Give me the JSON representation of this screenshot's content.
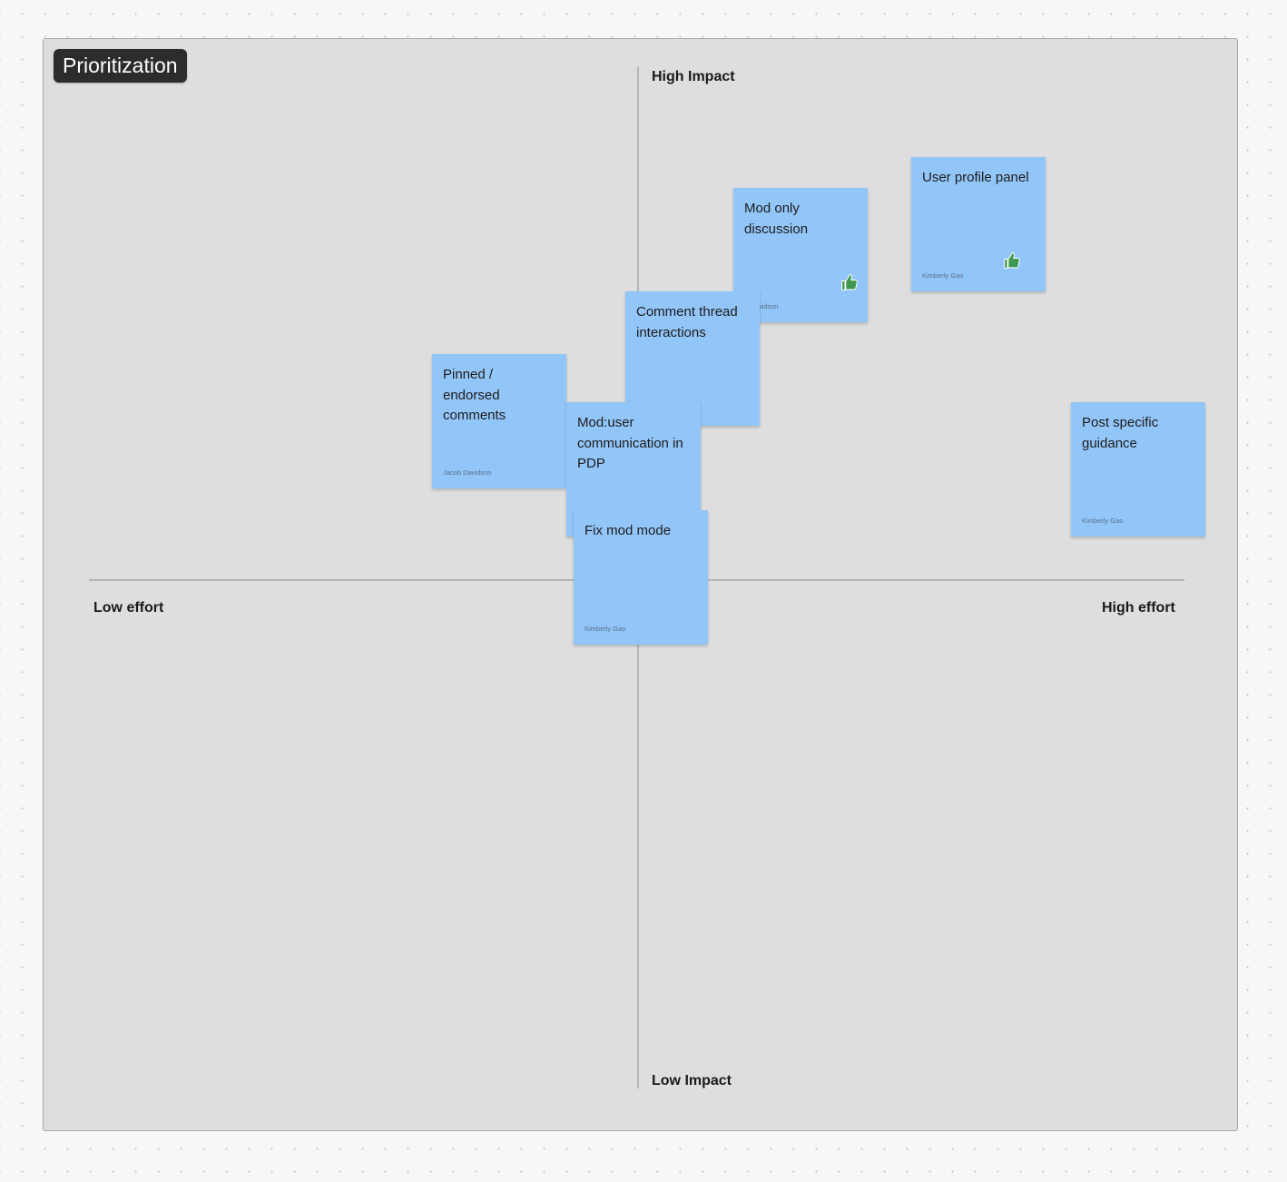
{
  "board": {
    "title": "Prioritization",
    "axes": {
      "top": "High Impact",
      "bottom": "Low Impact",
      "left": "Low effort",
      "right": "High effort"
    }
  },
  "stickies": [
    {
      "text": "Mod only discussion",
      "author": "Jacob Davidson",
      "author_visible": "b Davidson",
      "vote": "thumbs-up"
    },
    {
      "text": "User profile panel",
      "author": "Kimberly Gao",
      "vote": "thumbs-up"
    },
    {
      "text": "Comment thread interactions",
      "author": ""
    },
    {
      "text": "Pinned / endorsed comments",
      "author": "Jacob Davidson"
    },
    {
      "text": "Mod:user communication in PDP",
      "author": ""
    },
    {
      "text": "Fix mod mode",
      "author": "Kimberly Gao"
    },
    {
      "text": "Post specific guidance",
      "author": "Kimberly Gao"
    }
  ],
  "colors": {
    "sticky": "#93c6f8",
    "vote": "#3f9a50",
    "board": "#dedede",
    "title_bg": "#2c2c2c"
  }
}
